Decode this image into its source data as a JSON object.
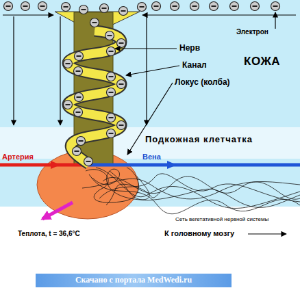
{
  "diagram": {
    "nodes": [
      {
        "text": [
          "КОЖА"
        ]
      },
      {
        "text": [
          "Подкожная клетчатка"
        ]
      },
      {
        "text": [
          "Скачано с портала MedWedi.ru"
        ]
      }
    ],
    "labels": [
      "Электрон",
      "Нерв",
      "Канал",
      "Локус (колба)",
      "Артерия",
      "Вена",
      "Сеть вегетативной нервной системы",
      "Теплота, t = 36,6°C",
      "К головному мозгу"
    ]
  }
}
